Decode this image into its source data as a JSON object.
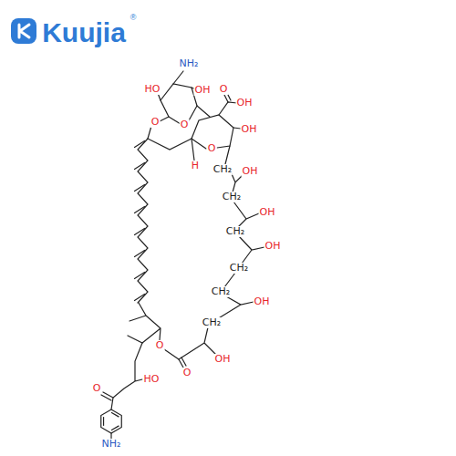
{
  "diagram": {
    "labels": [
      "Kuujia",
      "®",
      "NH₂",
      "HO",
      "OH",
      "O",
      "OH",
      "OH",
      "O",
      "O",
      "O",
      "H",
      "CH₂",
      "OH",
      "CH₂",
      "OH",
      "CH₂",
      "OH",
      "CH₂",
      "CH₂",
      "OH",
      "CH₂",
      "OH",
      "O",
      "O",
      "HO",
      "O",
      "NH₂"
    ]
  }
}
